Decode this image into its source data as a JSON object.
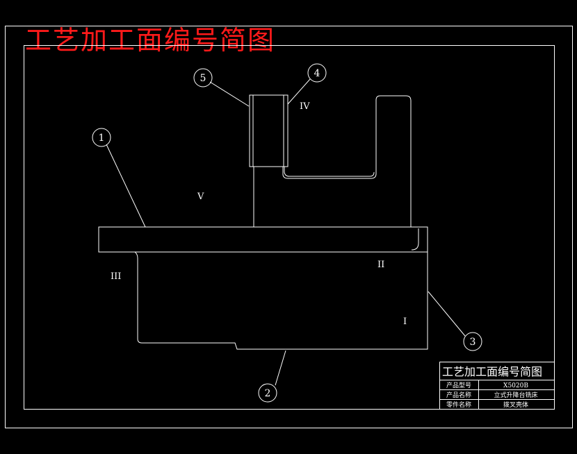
{
  "drawing_title": "工艺加工面编号简图",
  "callouts": [
    "1",
    "2",
    "3",
    "4",
    "5"
  ],
  "surfaces": [
    "I",
    "II",
    "III",
    "IV",
    "V"
  ],
  "title_block": {
    "heading": "工艺加工面编号简图",
    "rows": [
      {
        "label": "产品型号",
        "value": "X5020B"
      },
      {
        "label": "产品名称",
        "value": "立式升降台铣床"
      },
      {
        "label": "零件名称",
        "value": "拨叉壳体"
      }
    ]
  },
  "colors": {
    "background": "#000000",
    "lines": "#ffffff",
    "title": "#ff1a1a"
  }
}
